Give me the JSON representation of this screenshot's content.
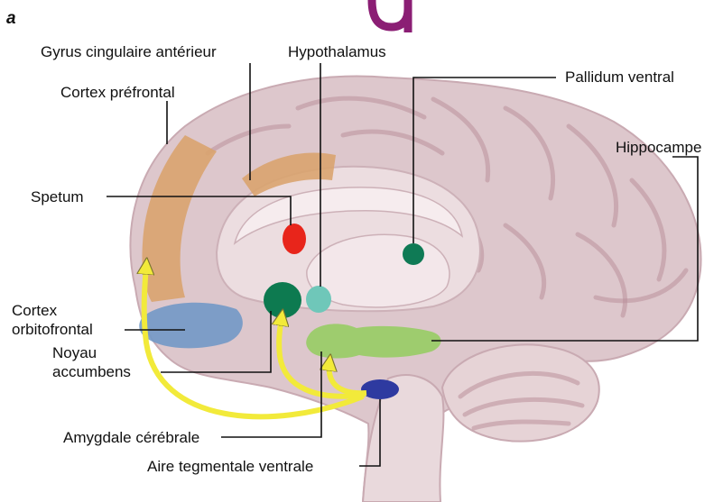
{
  "panel_label": "a",
  "labels": {
    "acc": "Gyrus cingulaire antérieur",
    "hypothalamus": "Hypothalamus",
    "pallidum": "Pallidum ventral",
    "prefrontal": "Cortex préfrontal",
    "hippocampus": "Hippocampe",
    "septum": "Spetum",
    "orbitofrontal_1": "Cortex",
    "orbitofrontal_2": "orbitofrontal",
    "accumbens_1": "Noyau",
    "accumbens_2": "accumbens",
    "amygdala": "Amygdale cérébrale",
    "vta": "Aire tegmentale ventrale"
  },
  "colors": {
    "prefrontal": "#d9a36c",
    "acc": "#d9a36c",
    "orbitofrontal": "#6f97c6",
    "septum": "#e8251b",
    "pallidum": "#0f7a55",
    "accumbens": "#0d7a50",
    "hypothalamus": "#6fc7b9",
    "amygdala_hippocampus": "#98cc66",
    "vta": "#2e3aa0",
    "pathway": "#f2ea3a",
    "brain": "#ddc7cc"
  }
}
